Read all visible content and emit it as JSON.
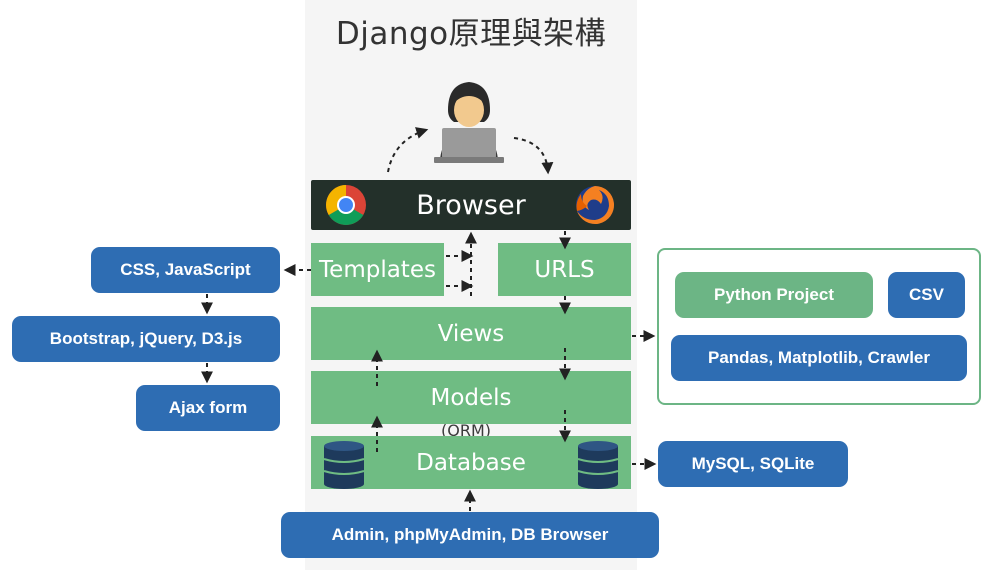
{
  "title": "Django原理與架構",
  "browser": {
    "label": "Browser"
  },
  "layers": {
    "templates": "Templates",
    "urls": "URLS",
    "views": "Views",
    "models": "Models",
    "orm": "(ORM)",
    "database": "Database"
  },
  "left_boxes": {
    "css_js": "CSS, JavaScript",
    "bootstrap": "Bootstrap, jQuery, D3.js",
    "ajax": "Ajax form"
  },
  "right_group": {
    "python_project": "Python Project",
    "csv": "CSV",
    "pandas": "Pandas, Matplotlib, Crawler"
  },
  "mysql": "MySQL, SQLite",
  "admin": "Admin, phpMyAdmin, DB Browser",
  "icons": [
    "user-laptop-icon",
    "chrome-icon",
    "firefox-icon",
    "database-icon"
  ],
  "colors": {
    "layer_green": "#6fbc83",
    "browser_dark": "#23302a",
    "pill_blue": "#2e6db3",
    "pill_green": "#6cb585"
  }
}
